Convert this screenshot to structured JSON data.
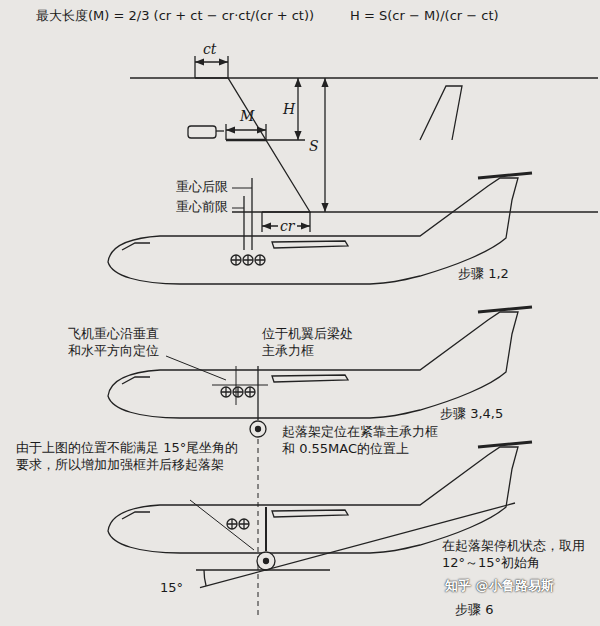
{
  "diagram": {
    "labels": [
      "最大长度(M) = 2/3 (cr + ct − cr·ct/(cr + ct))",
      "H = S(cr − M)/(cr − ct)",
      "ct",
      "H",
      "M",
      "S",
      "cr",
      "重心后限",
      "重心前限",
      "步骤 1,2",
      "飞机重心沿垂直和水平方向定位",
      "位于机翼后梁处主承力框",
      "步骤 3,4,5",
      "起落架定位在紧靠主承力框和 0.55MAC的位置上",
      "由于上图的位置不能满足 15°尾坐角的要求，所以增加加强框并后移起落架",
      "在起落架停机状态，取用 12°～15°初始角",
      "15°",
      "步骤 6",
      "知乎 @小鲁路易斯"
    ]
  }
}
